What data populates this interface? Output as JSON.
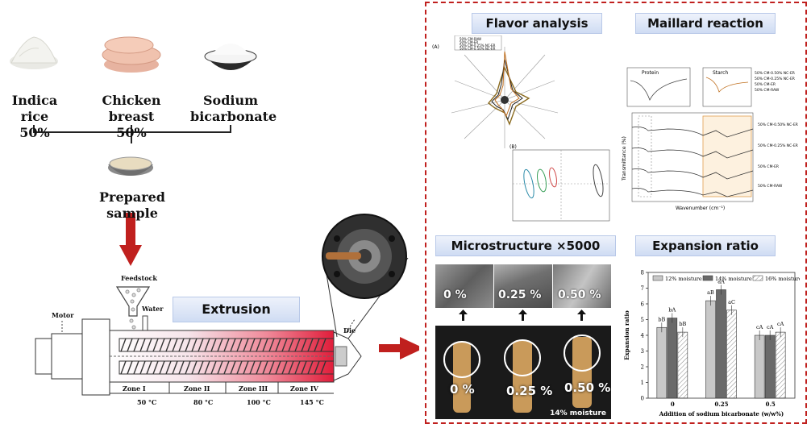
{
  "ingredients": [
    {
      "name_line1": "Indica rice",
      "name_line2": "50%"
    },
    {
      "name_line1": "Chicken breast",
      "name_line2": "50%"
    },
    {
      "name_line1": "Sodium",
      "name_line2": "bicarbonate"
    }
  ],
  "prepared_sample": "Prepared sample",
  "extruder": {
    "title": "Extrusion",
    "feedstock": "Feedstock",
    "water": "Water",
    "motor": "Motor",
    "die": "Die",
    "zones": [
      "Zone I",
      "Zone II",
      "Zone III",
      "Zone IV"
    ],
    "temps": [
      "50 °C",
      "80 °C",
      "100 °C",
      "145 °C"
    ]
  },
  "panels": {
    "flavor": "Flavor analysis",
    "maillard": "Maillard reaction",
    "microstructure": "Microstructure  ×5000",
    "expansion": "Expansion ratio"
  },
  "flavor": {
    "panel_a": "(A)",
    "panel_b": "(B)",
    "legend": [
      "50% CM-RAW",
      "50% CM-ER",
      "50% CM-0.25% NC-ER",
      "50% CM-0.50% NC-ER"
    ]
  },
  "maillard": {
    "insets": [
      "Protein",
      "Starch"
    ],
    "series": [
      "50% CM-0.50% NC-ER",
      "50% CM-0.25% NC-ER",
      "50% CM-ER",
      "50% CM-RAW"
    ],
    "ylabel": "Transmittance (%)",
    "xlabel": "Wavenumber (cm⁻¹)"
  },
  "microstructure": {
    "sem_labels": [
      "0 %",
      "0.25 %",
      "0.50 %"
    ],
    "photo_labels": [
      "0 %",
      "0.25 %",
      "0.50 %"
    ],
    "moisture_note": "14% moisture"
  },
  "chart_data": {
    "type": "bar",
    "categories": [
      "0",
      "0.25",
      "0.5"
    ],
    "series": [
      {
        "name": "12% moisture",
        "values": [
          4.5,
          6.2,
          4.0
        ],
        "labels": [
          "bB",
          "aB",
          "cA"
        ]
      },
      {
        "name": "14% moisture",
        "values": [
          5.1,
          6.9,
          4.0
        ],
        "labels": [
          "bA",
          "aA",
          "cA"
        ]
      },
      {
        "name": "16% moisture",
        "values": [
          4.2,
          5.6,
          4.2
        ],
        "labels": [
          "bB",
          "aC",
          "cA"
        ]
      }
    ],
    "xlabel": "Addition of sodium bicarbonate (w/w%)",
    "ylabel": "Expansion ratio",
    "ylim": [
      0,
      8
    ],
    "yticks": [
      "0",
      "1",
      "2",
      "3",
      "4",
      "5",
      "6",
      "7",
      "8"
    ],
    "legend_position": "top",
    "colors": [
      "#c8c8c8",
      "#6a6a6a",
      "#ffffff"
    ]
  }
}
